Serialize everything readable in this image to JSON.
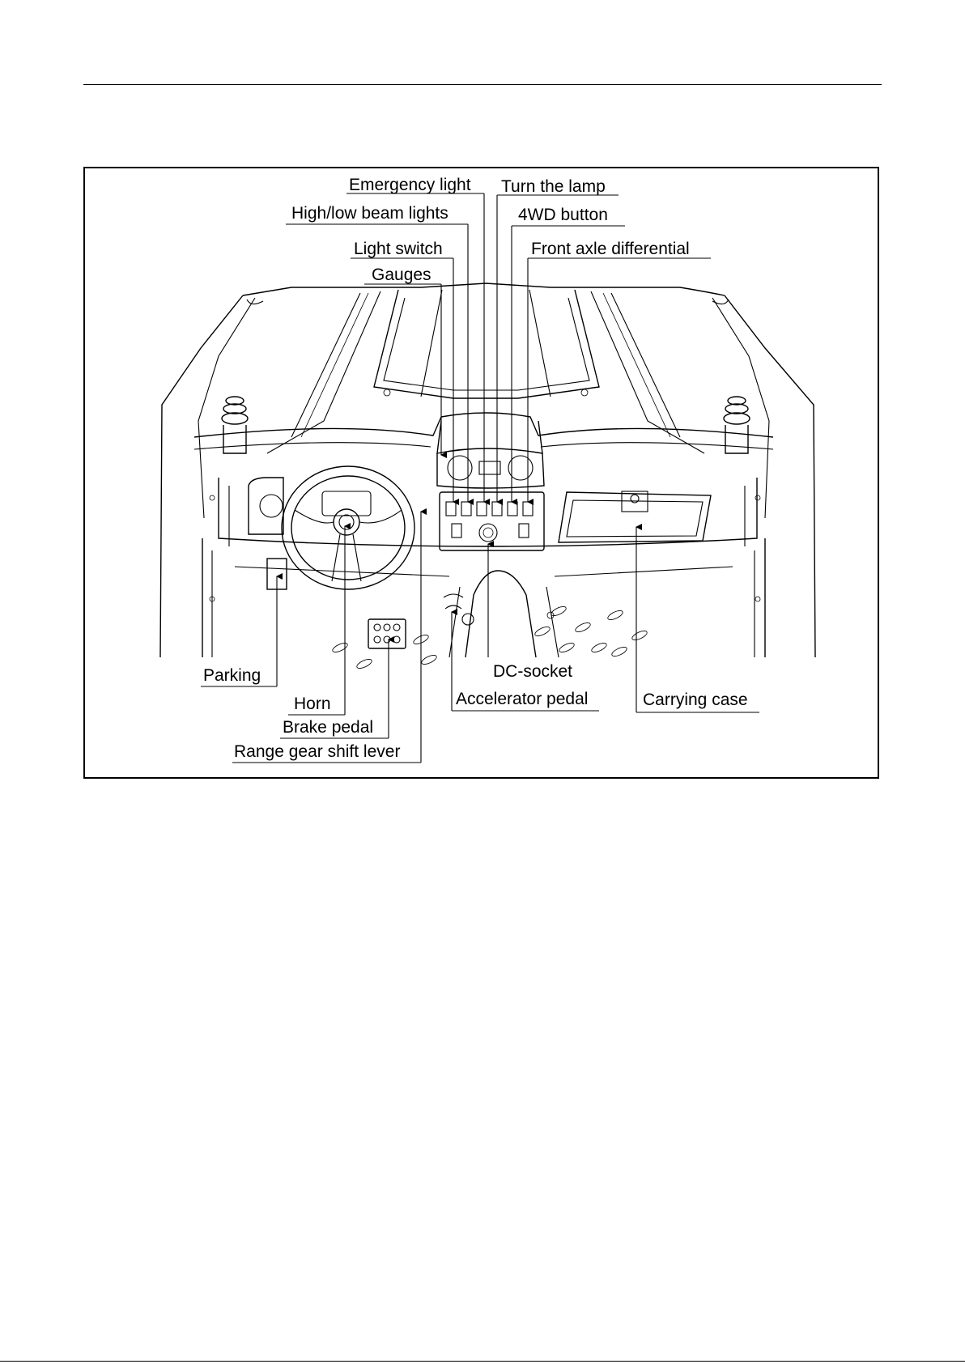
{
  "labels": {
    "emergency_light": "Emergency light",
    "turn_the_lamp": "Turn the lamp",
    "high_low_beam": "High/low beam lights",
    "wd_button": "4WD button",
    "light_switch": "Light switch",
    "front_axle": "Front axle differential",
    "gauges": "Gauges",
    "parking": "Parking",
    "dc_socket": "DC-socket",
    "horn": "Horn",
    "accelerator_pedal": "Accelerator pedal",
    "carrying_case": "Carrying case",
    "brake_pedal": "Brake pedal",
    "range_gear": "Range gear shift lever"
  }
}
